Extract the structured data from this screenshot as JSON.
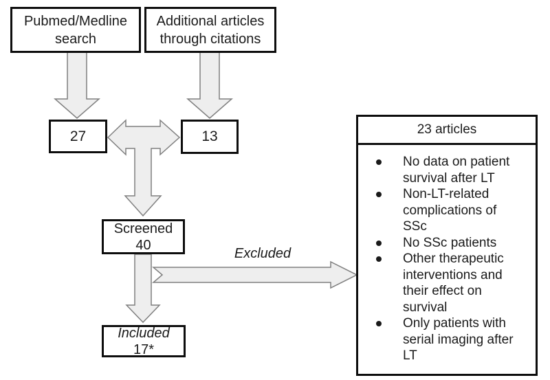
{
  "palette": {
    "arrow_fill": "#eeeeee",
    "arrow_stroke": "#7f7f7f",
    "box_border": "#0d0d0d",
    "background": "#ffffff"
  },
  "sources": {
    "pubmed": {
      "label": "Pubmed/Medline\nsearch"
    },
    "citations": {
      "label": "Additional articles\nthrough citations"
    }
  },
  "counts": {
    "pubmed_results": "27",
    "citation_results": "13"
  },
  "screened": {
    "label": "Screened",
    "value": "40"
  },
  "included": {
    "label": "Included",
    "value": "17*"
  },
  "excluded_arrow": {
    "label": "Excluded"
  },
  "exclusion_box": {
    "title": "23 articles",
    "items": [
      "No data on patient\nsurvival after LT",
      "Non-LT-related\ncomplications of\nSSc",
      "No SSc patients",
      "Other therapeutic\ninterventions and\ntheir effect on\nsurvival",
      "Only patients with\nserial imaging after\nLT"
    ]
  }
}
